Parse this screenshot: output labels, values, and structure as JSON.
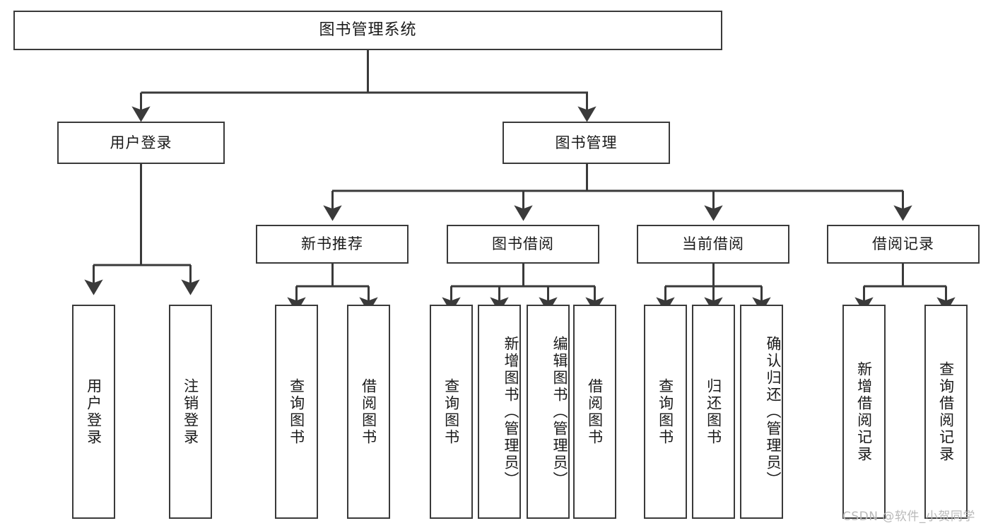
{
  "diagram": {
    "type": "hierarchy-tree",
    "title": "图书管理系统",
    "orientation": "top-down",
    "watermark": "CSDN @软件_小贺同学",
    "root": {
      "label": "图书管理系统"
    },
    "level2": [
      {
        "label": "用户登录"
      },
      {
        "label": "图书管理"
      }
    ],
    "level3": [
      {
        "label": "新书推荐"
      },
      {
        "label": "图书借阅"
      },
      {
        "label": "当前借阅"
      },
      {
        "label": "借阅记录"
      }
    ],
    "leaves": {
      "user_login": [
        {
          "label": "用户登录"
        },
        {
          "label": "注销登录"
        }
      ],
      "new_book_recommend": [
        {
          "label": "查询图书"
        },
        {
          "label": "借阅图书"
        }
      ],
      "book_borrow": [
        {
          "label": "查询图书"
        },
        {
          "label": "新增图书（管理员）"
        },
        {
          "label": "编辑图书（管理员）"
        },
        {
          "label": "借阅图书"
        }
      ],
      "current_borrow": [
        {
          "label": "查询图书"
        },
        {
          "label": "归还图书"
        },
        {
          "label": "确认归还（管理员）"
        }
      ],
      "borrow_record": [
        {
          "label": "新增借阅记录"
        },
        {
          "label": "查询借阅记录"
        }
      ]
    },
    "colors": {
      "stroke": "#3a3a3a",
      "fill": "#ffffff",
      "text": "#1a1a1a",
      "watermark": "#b9b9b9"
    }
  }
}
